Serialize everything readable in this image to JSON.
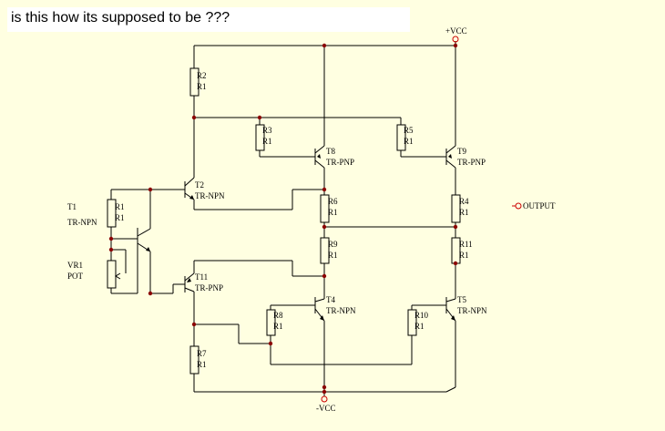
{
  "question": {
    "text": "is this how its supposed to be ???",
    "background": "#ffffff"
  },
  "canvas": {
    "background": "#ffffe1"
  },
  "colors": {
    "wire": "#000000",
    "junction": "#8b0000",
    "terminal": "#cc0000",
    "text": "#000000"
  },
  "supplies": {
    "positive": "+VCC",
    "negative": "-VCC"
  },
  "output": {
    "label": "OUTPUT",
    "symbol": "terminal-circle-icon"
  },
  "resistors": [
    {
      "id": "R2",
      "value": "R1"
    },
    {
      "id": "R3",
      "value": "R1"
    },
    {
      "id": "R5",
      "value": "R1"
    },
    {
      "id": "R6",
      "value": "R1"
    },
    {
      "id": "R4",
      "value": "R1"
    },
    {
      "id": "R9",
      "value": "R1"
    },
    {
      "id": "R11",
      "value": "R1"
    },
    {
      "id": "R8",
      "value": "R1"
    },
    {
      "id": "R10",
      "value": "R1"
    },
    {
      "id": "R7",
      "value": "R1"
    },
    {
      "id": "R1",
      "value": "R1"
    }
  ],
  "transistors": [
    {
      "id": "T8",
      "type": "TR-PNP"
    },
    {
      "id": "T9",
      "type": "TR-PNP"
    },
    {
      "id": "T2",
      "type": "TR-NPN"
    },
    {
      "id": "T11",
      "type": "TR-PNP"
    },
    {
      "id": "T4",
      "type": "TR-NPN"
    },
    {
      "id": "T5",
      "type": "TR-NPN"
    },
    {
      "id": "T1",
      "type": "TR-NPN"
    }
  ],
  "potentiometer": {
    "id": "VR1",
    "type": "POT"
  }
}
